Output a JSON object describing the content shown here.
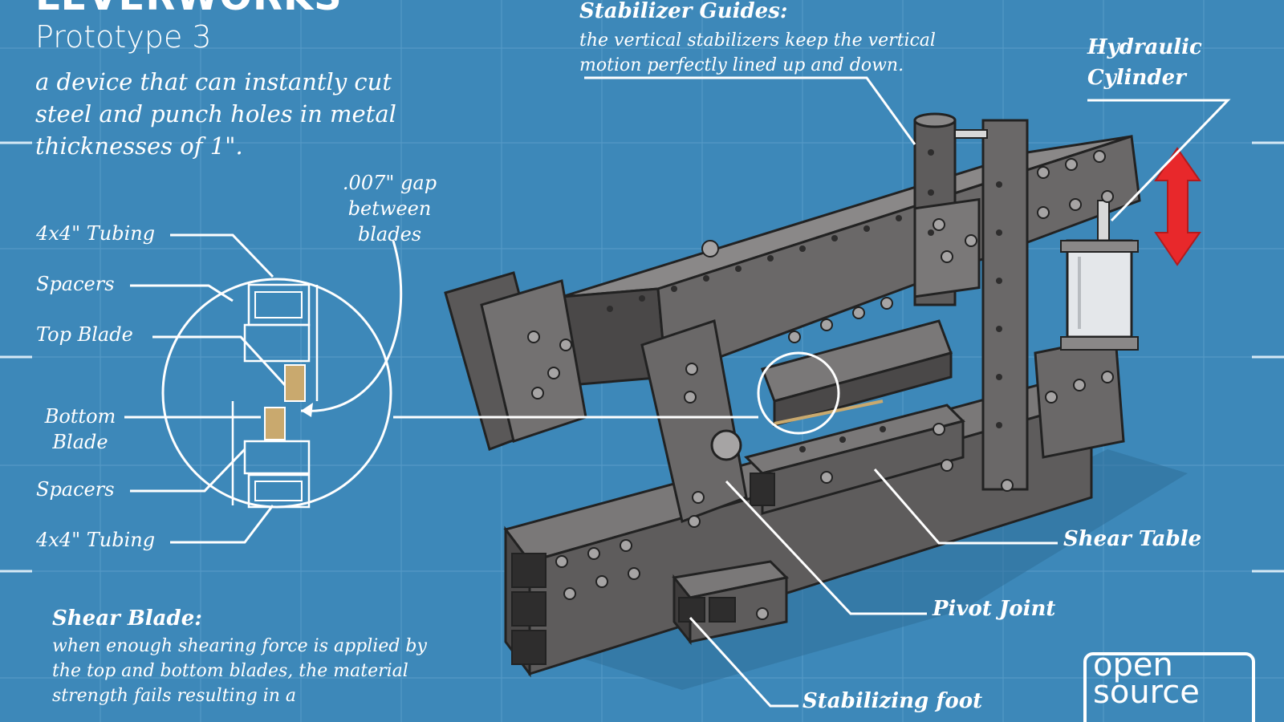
{
  "title": "LEVERWORKS",
  "subtitle": "Prototype 3",
  "description": "a device that can instantly cut steel and punch holes in metal thicknesses of 1\".",
  "detail_labels": {
    "tubing_top": "4x4\" Tubing",
    "spacers_top": "Spacers",
    "top_blade": "Top Blade",
    "bottom_blade": "Bottom Blade",
    "spacers_bottom": "Spacers",
    "tubing_bottom": "4x4\" Tubing",
    "gap": ".007\" gap between blades"
  },
  "stabilizer": {
    "heading": "Stabilizer Guides:",
    "text": "the vertical stabilizers keep the vertical motion perfectly lined up and down."
  },
  "hydraulic": "Hydraulic Cylinder",
  "shear_table": "Shear Table",
  "pivot_joint": "Pivot Joint",
  "stabilizing_foot": "Stabilizing foot",
  "shear_blade": {
    "heading": "Shear Blade:",
    "text": "when enough shearing force is applied by the top and bottom blades, the material strength fails resulting in a"
  },
  "logo": "open source",
  "colors": {
    "background": "#3d88b9",
    "metal": "#5e5c5c",
    "blade": "#c9a96e",
    "arrow": "#e8282b"
  }
}
